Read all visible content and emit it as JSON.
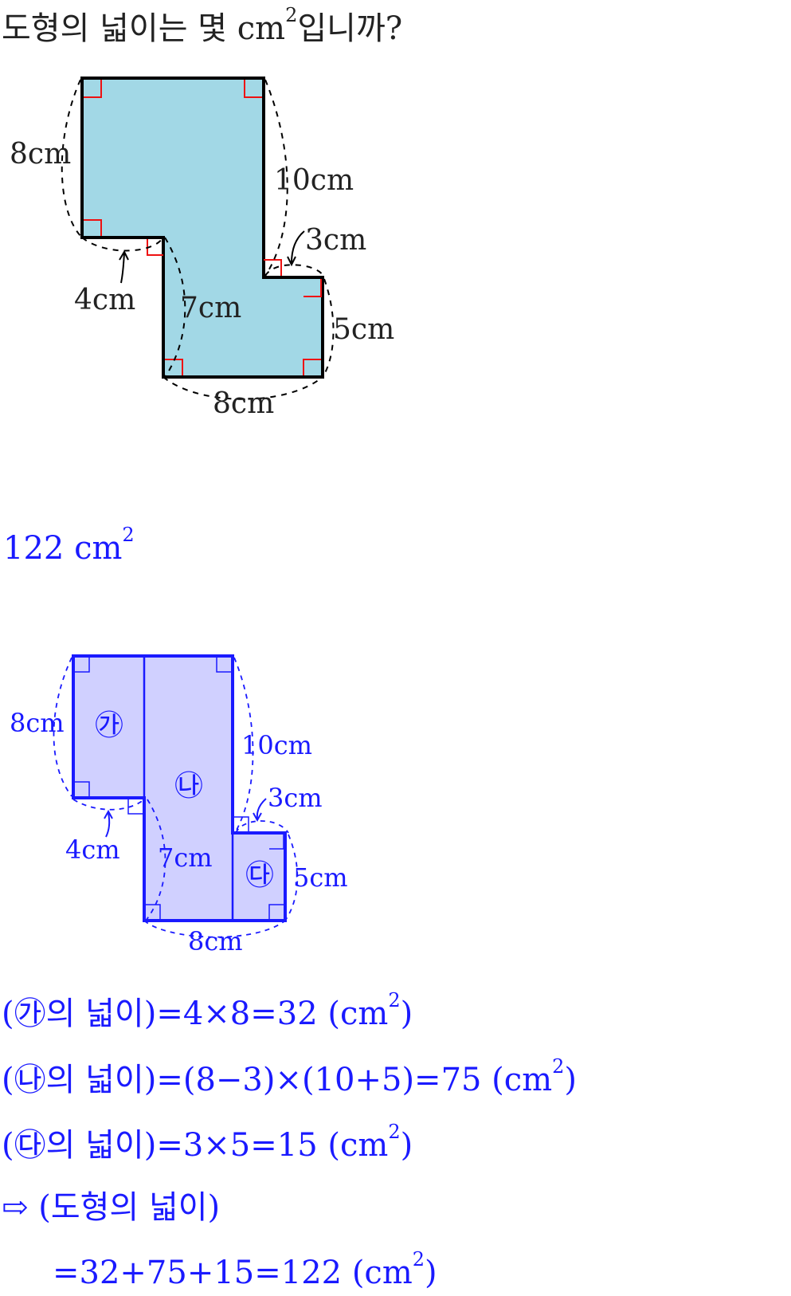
{
  "question": {
    "pre": "도형의 넓이는 몇 cm",
    "sup": "2",
    "post": "입니까?"
  },
  "figure1": {
    "labels": {
      "left": "8cm",
      "right_top": "10cm",
      "notch": "3cm",
      "step": "4cm",
      "middle": "7cm",
      "right_bottom": "5cm",
      "bottom": "8cm"
    },
    "fill_color": "#a2d8e6",
    "right_angle_color": "#ee1111"
  },
  "answer": {
    "pre": "122 cm",
    "sup": "2"
  },
  "figure2": {
    "labels": {
      "left": "8cm",
      "right_top": "10cm",
      "notch": "3cm",
      "step": "4cm",
      "middle": "7cm",
      "right_bottom": "5cm",
      "bottom": "8cm"
    },
    "regions": {
      "ga": "㉮",
      "na": "㉯",
      "da": "㉰"
    },
    "fill_color": "#d0d0ff",
    "stroke_color": "#1a1aff"
  },
  "solution": [
    {
      "pre": "(㉮의 넓이)=4×8=32 (cm",
      "sup": "2",
      "post": ")"
    },
    {
      "pre": "(㉯의 넓이)=(8−3)×(10+5)=75 (cm",
      "sup": "2",
      "post": ")"
    },
    {
      "pre": "(㉰의 넓이)=3×5=15 (cm",
      "sup": "2",
      "post": ")"
    },
    {
      "pre": "⇨ (도형의 넓이)",
      "sup": "",
      "post": ""
    },
    {
      "pre": "=32+75+15=122 (cm",
      "sup": "2",
      "post": ")"
    }
  ]
}
